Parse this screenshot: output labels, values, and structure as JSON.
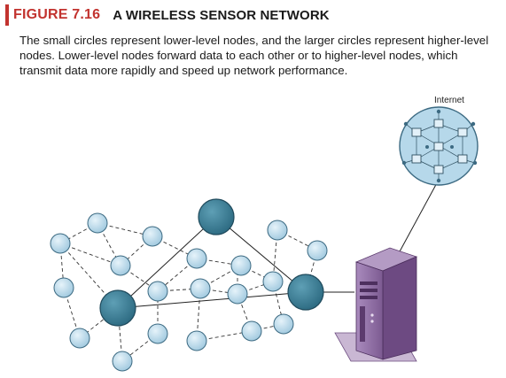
{
  "figure": {
    "label": "FIGURE 7.16",
    "title": "A WIRELESS SENSOR NETWORK",
    "caption": "The small circles represent lower-level nodes, and the larger circles represent higher-level nodes. Lower-level nodes forward data to each other or to higher-level nodes, which transmit data more rapidly and speed up network performance."
  },
  "diagram": {
    "internet_label": "Internet",
    "colors": {
      "lower_node_fill": "#b6d8ea",
      "lower_node_stroke": "#3c6a82",
      "higher_node_fill": "#3d7f96",
      "higher_node_stroke": "#1f4a5c",
      "server_body": "#8b6a9e",
      "server_dark": "#5c3b6e",
      "internet_globe": "#b6d8ea",
      "title_accent": "#c2332f"
    },
    "icons": {
      "internet": "globe-network-icon",
      "server": "server-tower-icon"
    }
  }
}
